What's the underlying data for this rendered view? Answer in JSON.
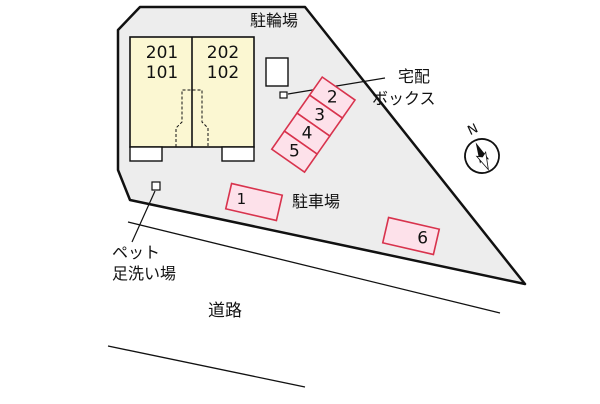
{
  "units": {
    "upper_left": "201",
    "lower_left": "101",
    "upper_right": "202",
    "lower_right": "102"
  },
  "labels": {
    "bicycle_parking": "駐輪場",
    "delivery_box_line1": "宅配",
    "delivery_box_line2": "ボックス",
    "parking": "駐車場",
    "pet_wash_line1": "ペット",
    "pet_wash_line2": "足洗い場",
    "road": "道路",
    "north": "N"
  },
  "parking_spaces": [
    "1",
    "2",
    "3",
    "4",
    "5",
    "6"
  ],
  "colors": {
    "lot": "#ededed",
    "building": "#fbf7d2",
    "parking": "#fde1ea",
    "parking_border": "#d8334d"
  },
  "icons": {
    "compass": "compass-north-icon"
  }
}
